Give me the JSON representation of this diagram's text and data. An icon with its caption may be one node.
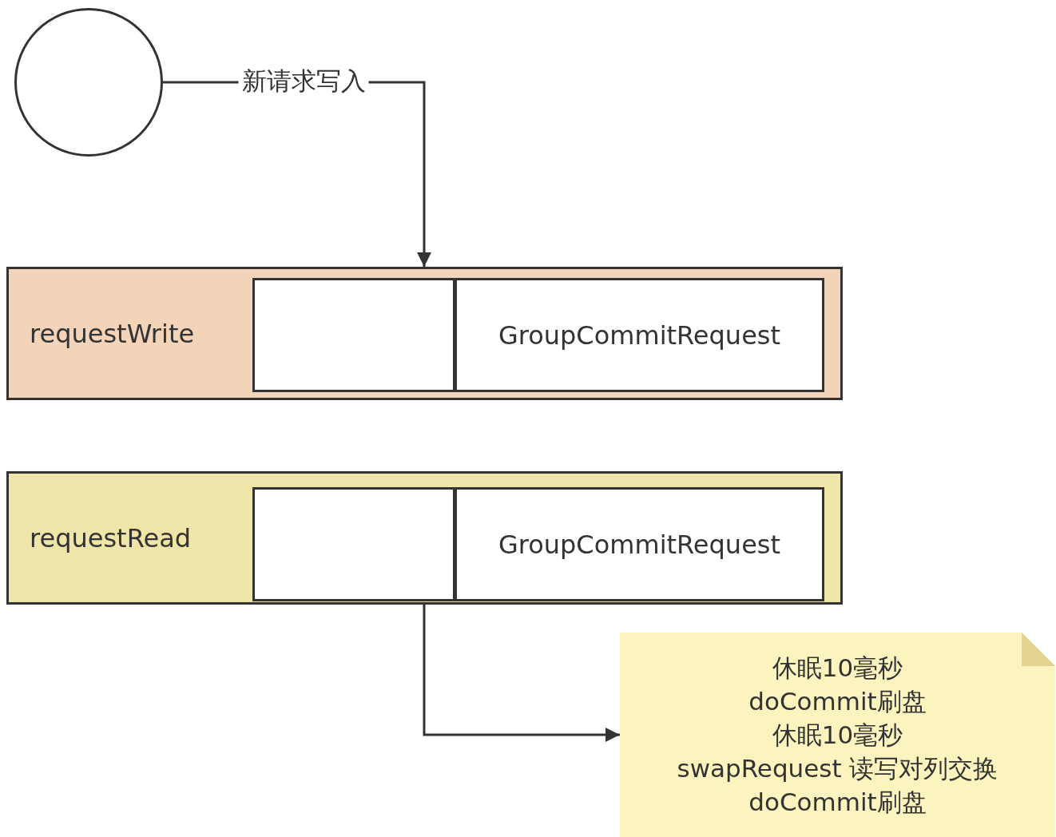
{
  "diagram": {
    "nodes": [
      {
        "text": [],
        "shape": "circle"
      },
      {
        "text": [
          "requestWrite"
        ]
      },
      {
        "text": [],
        "shape": "box",
        "in": 1
      },
      {
        "text": [
          "GroupCommitRequest"
        ],
        "in": 1
      },
      {
        "text": [
          "requestRead"
        ]
      },
      {
        "text": [],
        "shape": "box",
        "in": 4
      },
      {
        "text": [
          "GroupCommitRequest"
        ],
        "in": 4
      },
      {
        "text": [
          "休眠10毫秒",
          "doCommit刷盘",
          "休眠10毫秒",
          "swapRequest 读写对列交换",
          "doCommit刷盘"
        ]
      }
    ],
    "edges": [
      {
        "from": 0,
        "to": 1,
        "arrow": "to",
        "label": "新请求写入"
      },
      {
        "from": 4,
        "to": 7,
        "arrow": "to"
      }
    ]
  }
}
